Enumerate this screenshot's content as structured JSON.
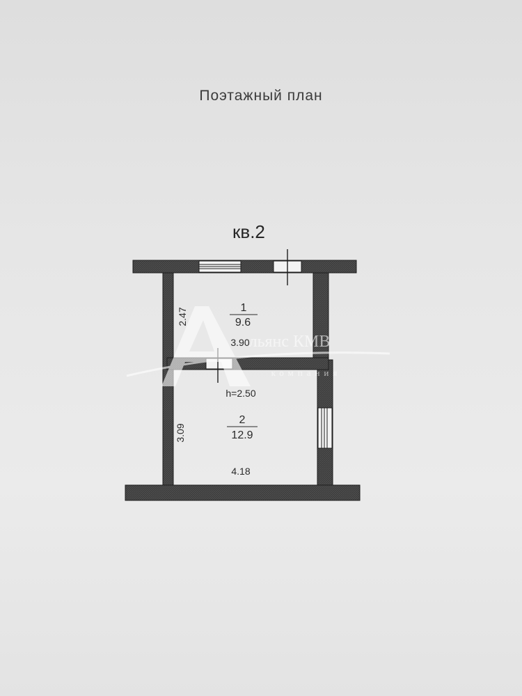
{
  "title": "Поэтажный план",
  "apartment": "кв.2",
  "ceiling_height": "h=2.50",
  "rooms": [
    {
      "number": "1",
      "area": "9.6"
    },
    {
      "number": "2",
      "area": "12.9"
    }
  ],
  "dimensions": {
    "room1_height": "2.47",
    "room1_width": "3.90",
    "room2_height": "3.09",
    "room2_width": "4.18"
  },
  "watermark": {
    "name": "льянс КМВ",
    "subtitle": "компания"
  },
  "colors": {
    "wall": "#3a3a3a",
    "wall_edge": "#1e1e1e",
    "paper": "#e6e6e6"
  }
}
